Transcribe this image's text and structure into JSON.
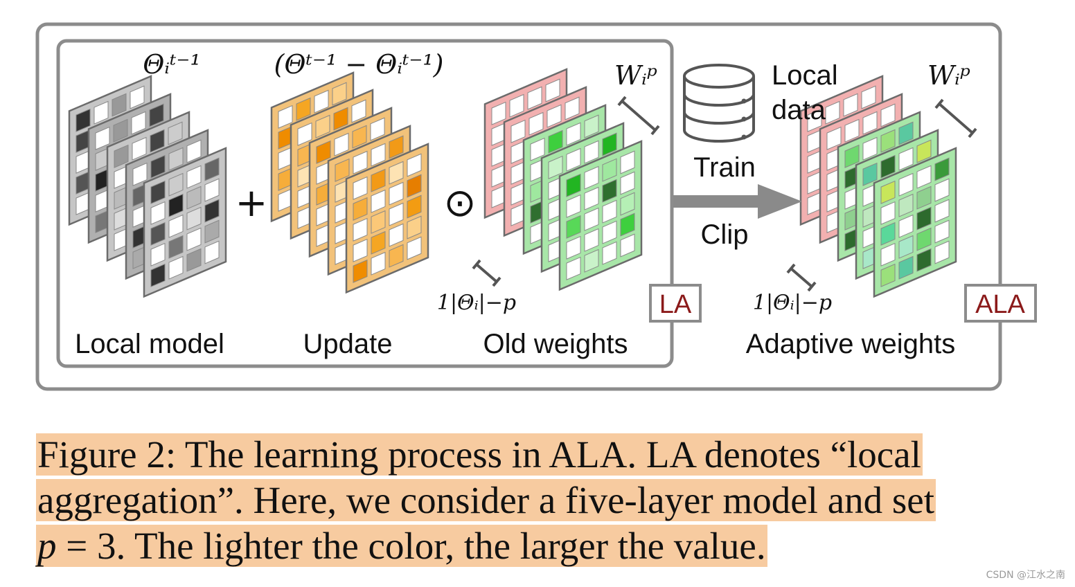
{
  "figure": {
    "label_local_model": "Local model",
    "label_update": "Update",
    "label_old_weights": "Old weights",
    "label_adaptive_weights": "Adaptive weights",
    "label_local_data_line1": "Local",
    "label_local_data_line2": "data",
    "label_train": "Train",
    "label_clip": "Clip",
    "badge_la": "LA",
    "badge_ala": "ALA",
    "op_plus": "+",
    "op_hadamard": "⊙",
    "math_theta_prev": "Θᵢᵗ⁻¹",
    "math_update": "(Θᵗ⁻¹ − Θᵢᵗ⁻¹)",
    "math_wip": "Wᵢᵖ",
    "math_ones": "1|Θᵢ|−p",
    "colors": {
      "gray_frame": "#8a8a8a",
      "orange_frame": "#f2c27a",
      "pink_frame": "#f2b0b0",
      "green_frame": "#a8e6a8",
      "badge_text": "#8b1a1a",
      "arrow": "#8a8a8a"
    }
  },
  "caption": {
    "line1": "Figure 2: The learning process in ALA. LA denotes “local",
    "line2": "aggregation”. Here, we consider a five-layer model and set",
    "line3_var": "p",
    "line3_rest": " = 3. The lighter the color, the larger the value."
  },
  "watermark": "CSDN @江水之南"
}
